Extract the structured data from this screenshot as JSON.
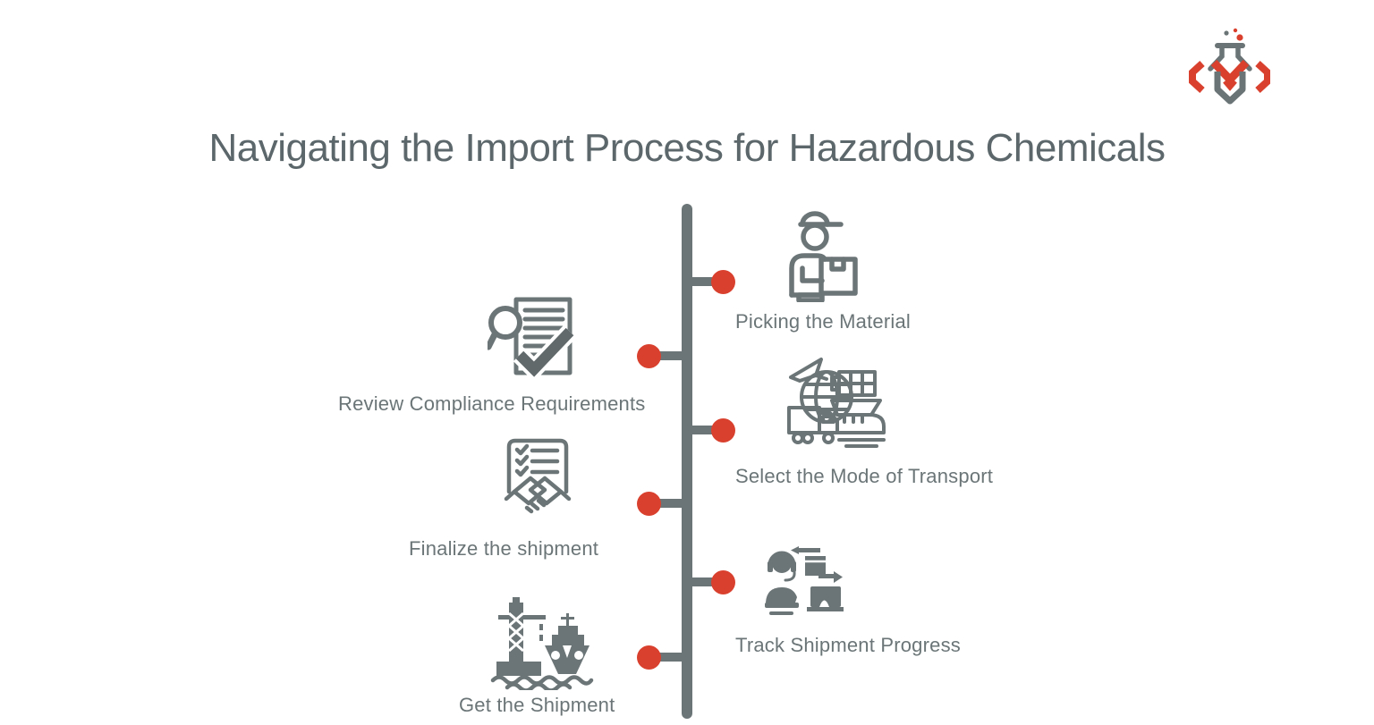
{
  "header": {
    "title": "Navigating the Import Process for Hazardous Chemicals"
  },
  "logo": {
    "name": "chemistry-flask-logo"
  },
  "colors": {
    "accent_red": "#d9412e",
    "neutral_gray": "#6b7476",
    "title_gray": "#5c676b"
  },
  "timeline": {
    "steps": [
      {
        "side": "right",
        "icon": "delivery-person-icon",
        "label": "Picking the Material"
      },
      {
        "side": "left",
        "icon": "document-review-icon",
        "label": "Review Compliance Requirements"
      },
      {
        "side": "right",
        "icon": "transport-modes-icon",
        "label": "Select the Mode of Transport"
      },
      {
        "side": "left",
        "icon": "handshake-checklist-icon",
        "label": "Finalize the shipment"
      },
      {
        "side": "right",
        "icon": "support-tracking-icon",
        "label": "Track Shipment Progress"
      },
      {
        "side": "left",
        "icon": "port-ship-icon",
        "label": "Get the Shipment"
      }
    ]
  }
}
